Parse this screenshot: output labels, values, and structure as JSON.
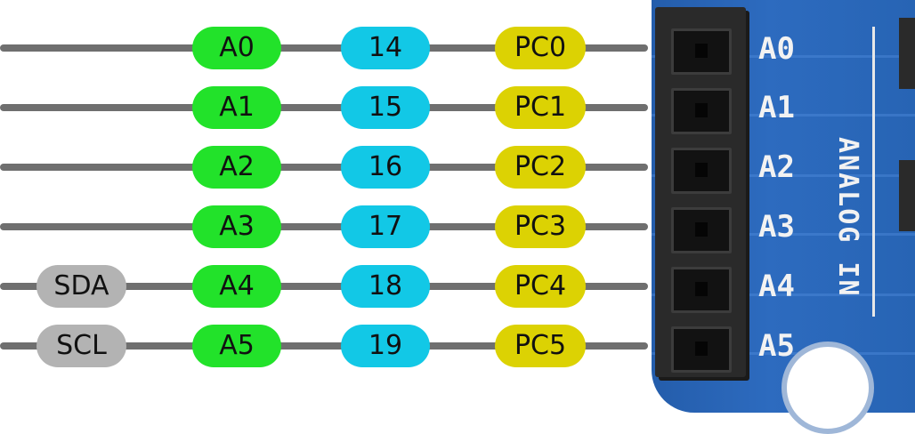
{
  "rows": [
    {
      "analog": "A0",
      "digital": "14",
      "port": "PC0",
      "i2c": null,
      "silk": "A0"
    },
    {
      "analog": "A1",
      "digital": "15",
      "port": "PC1",
      "i2c": null,
      "silk": "A1"
    },
    {
      "analog": "A2",
      "digital": "16",
      "port": "PC2",
      "i2c": null,
      "silk": "A2"
    },
    {
      "analog": "A3",
      "digital": "17",
      "port": "PC3",
      "i2c": null,
      "silk": "A3"
    },
    {
      "analog": "A4",
      "digital": "18",
      "port": "PC4",
      "i2c": "SDA",
      "silk": "A4"
    },
    {
      "analog": "A5",
      "digital": "19",
      "port": "PC5",
      "i2c": "SCL",
      "silk": "A5"
    }
  ],
  "board": {
    "section_label": "ANALOG IN"
  },
  "colors": {
    "analog_pin": "#22e22a",
    "digital_pin": "#12c8e6",
    "port_pin": "#dcd203",
    "i2c_pin": "#b3b3b3",
    "wire": "#6f6f6f",
    "board": "#2d6bbf"
  }
}
